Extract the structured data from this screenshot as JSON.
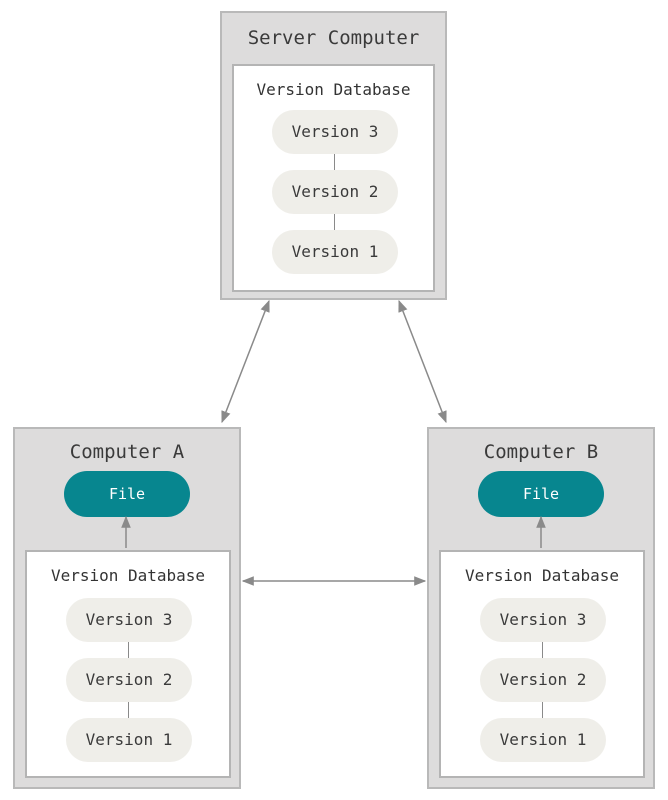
{
  "server": {
    "title": "Server Computer",
    "database": {
      "title": "Version Database",
      "versions": [
        "Version 3",
        "Version 2",
        "Version 1"
      ]
    }
  },
  "computer_a": {
    "title": "Computer A",
    "file_label": "File",
    "database": {
      "title": "Version Database",
      "versions": [
        "Version 3",
        "Version 2",
        "Version 1"
      ]
    }
  },
  "computer_b": {
    "title": "Computer B",
    "file_label": "File",
    "database": {
      "title": "Version Database",
      "versions": [
        "Version 3",
        "Version 2",
        "Version 1"
      ]
    }
  },
  "colors": {
    "file_fill": "#07868f",
    "computer_fill": "#dddcdc",
    "version_fill": "#efeee9",
    "arrow": "#8a8a8a"
  }
}
